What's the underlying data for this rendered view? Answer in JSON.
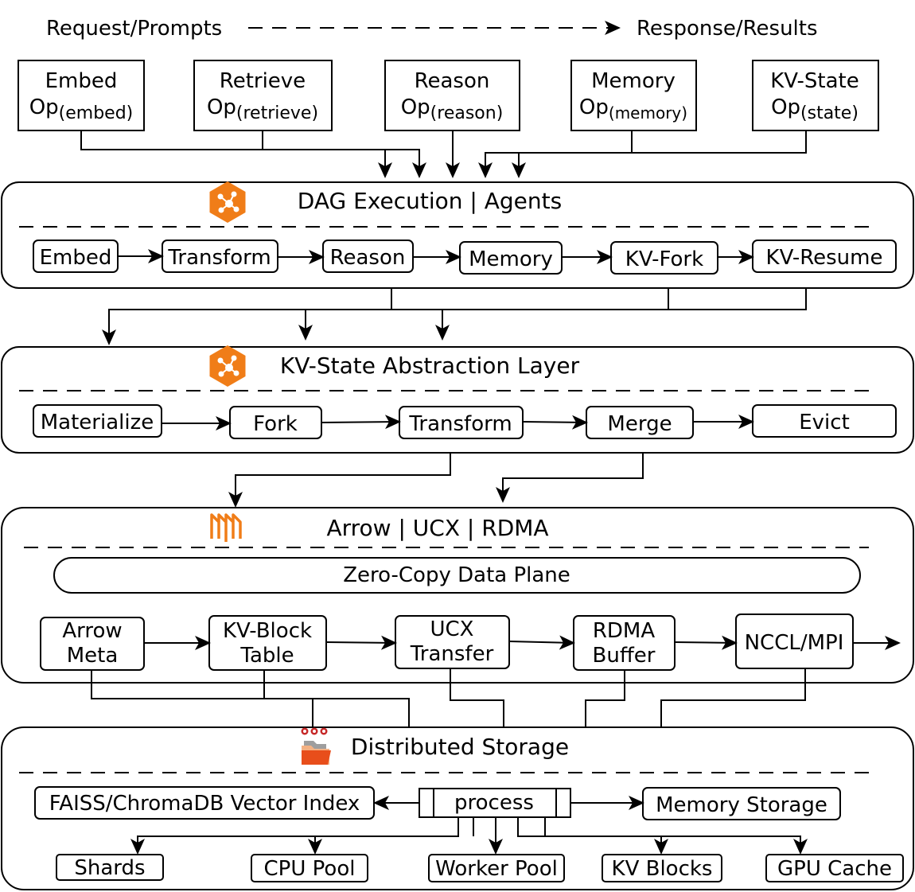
{
  "legend": {
    "request": "Request/Prompts",
    "response": "Response/Results"
  },
  "ops": [
    {
      "name": "Embed",
      "op": "Op",
      "sub": "(embed)"
    },
    {
      "name": "Retrieve",
      "op": "Op",
      "sub": "(retrieve)"
    },
    {
      "name": "Reason",
      "op": "Op",
      "sub": "(reason)"
    },
    {
      "name": "Memory",
      "op": "Op",
      "sub": "(memory)"
    },
    {
      "name": "KV-State",
      "op": "Op",
      "sub": "(state)"
    }
  ],
  "layers": {
    "dag": {
      "title": "DAG Execution | Agents",
      "nodes": [
        "Embed",
        "Transform",
        "Reason",
        "Memory",
        "KV-Fork",
        "KV-Resume"
      ]
    },
    "kv": {
      "title": "KV-State Abstraction Layer",
      "nodes": [
        "Materialize",
        "Fork",
        "Transform",
        "Merge",
        "Evict"
      ]
    },
    "arrow": {
      "title": "Arrow | UCX | RDMA",
      "plane": "Zero-Copy Data Plane",
      "nodes": [
        {
          "line1": "Arrow",
          "line2": "Meta"
        },
        {
          "line1": "KV-Block",
          "line2": "Table"
        },
        {
          "line1": "UCX",
          "line2": "Transfer"
        },
        {
          "line1": "RDMA",
          "line2": "Buffer"
        },
        {
          "line1": "NCCL/MPI",
          "line2": ""
        }
      ]
    },
    "storage": {
      "title": "Distributed Storage",
      "index": "FAISS/ChromaDB Vector Index",
      "process": "process",
      "memory": "Memory Storage",
      "outputs": [
        "Shards",
        "CPU Pool",
        "Worker Pool",
        "KV Blocks",
        "GPU Cache"
      ]
    }
  },
  "colors": {
    "accent": "#F07D18",
    "line": "#000000",
    "background": "#FFFFFF"
  },
  "icons": {
    "dag": "hexagon-graph-icon",
    "kv": "hexagon-graph-icon",
    "arrow": "arrow-logo-icon",
    "storage": "storage-folder-icon"
  }
}
